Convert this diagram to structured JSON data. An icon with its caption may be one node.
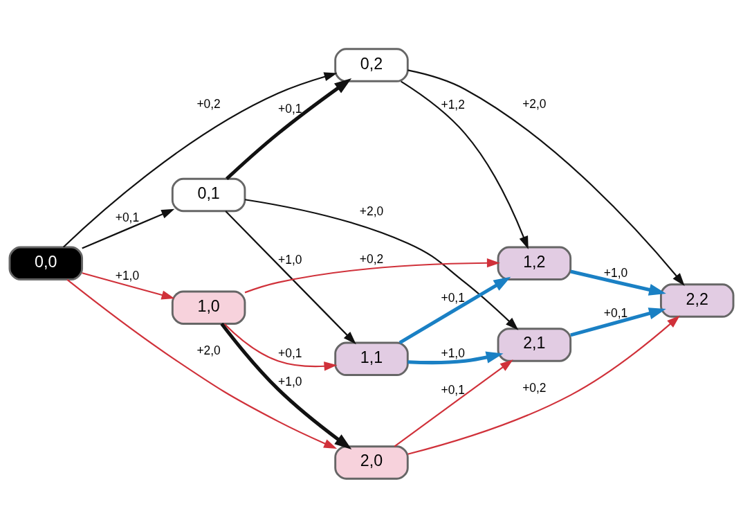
{
  "diagram": {
    "nodes": [
      {
        "text": [
          "1,2"
        ]
      },
      {
        "text": [
          "0,1"
        ]
      },
      {
        "text": [
          "0,2"
        ]
      },
      {
        "text": [
          "1,1"
        ]
      },
      {
        "text": [
          "0,0"
        ]
      },
      {
        "text": [
          "2,2"
        ]
      },
      {
        "text": [
          "1,0"
        ]
      },
      {
        "text": [
          "2,0"
        ]
      },
      {
        "text": [
          "2,1"
        ]
      }
    ],
    "edges": [
      {
        "from": 6,
        "to": 0,
        "arrow": "to",
        "label": "+0,2",
        "color": "#d0313a"
      },
      {
        "from": 3,
        "to": 0,
        "arrow": "to",
        "label": "+0,1",
        "style": "thick",
        "color": "#1a80c4"
      },
      {
        "from": 0,
        "to": 5,
        "arrow": "to",
        "label": "+1,0",
        "style": "thick",
        "color": "#1a80c4"
      },
      {
        "from": 2,
        "to": 0,
        "arrow": "to",
        "label": "+1,2"
      },
      {
        "from": 1,
        "to": 2,
        "arrow": "to",
        "label": "+0,1",
        "style": "thick"
      },
      {
        "from": 1,
        "to": 8,
        "arrow": "to",
        "label": "+2,0"
      },
      {
        "from": 1,
        "to": 3,
        "arrow": "to",
        "label": "+1,0"
      },
      {
        "from": 4,
        "to": 1,
        "arrow": "to",
        "label": "+0,1"
      },
      {
        "from": 4,
        "to": 2,
        "arrow": "to",
        "label": "+0,2"
      },
      {
        "from": 2,
        "to": 5,
        "arrow": "to",
        "label": "+2,0"
      },
      {
        "from": 6,
        "to": 3,
        "arrow": "to",
        "label": "+0,1",
        "color": "#d0313a"
      },
      {
        "from": 4,
        "to": 6,
        "arrow": "to",
        "label": "+1,0",
        "color": "#d0313a"
      },
      {
        "from": 4,
        "to": 7,
        "arrow": "to",
        "label": "+2,0",
        "color": "#d0313a"
      },
      {
        "from": 7,
        "to": 5,
        "arrow": "to",
        "label": "+0,2",
        "color": "#d0313a"
      },
      {
        "from": 6,
        "to": 7,
        "arrow": "to",
        "label": "+1,0",
        "style": "thick"
      },
      {
        "from": 7,
        "to": 8,
        "arrow": "to",
        "label": "+0,1",
        "color": "#d0313a"
      },
      {
        "from": 3,
        "to": 8,
        "arrow": "to",
        "label": "+1,0",
        "style": "thick",
        "color": "#1a80c4"
      },
      {
        "from": 8,
        "to": 5,
        "arrow": "to",
        "label": "+0,1",
        "style": "thick",
        "color": "#1a80c4"
      }
    ]
  }
}
